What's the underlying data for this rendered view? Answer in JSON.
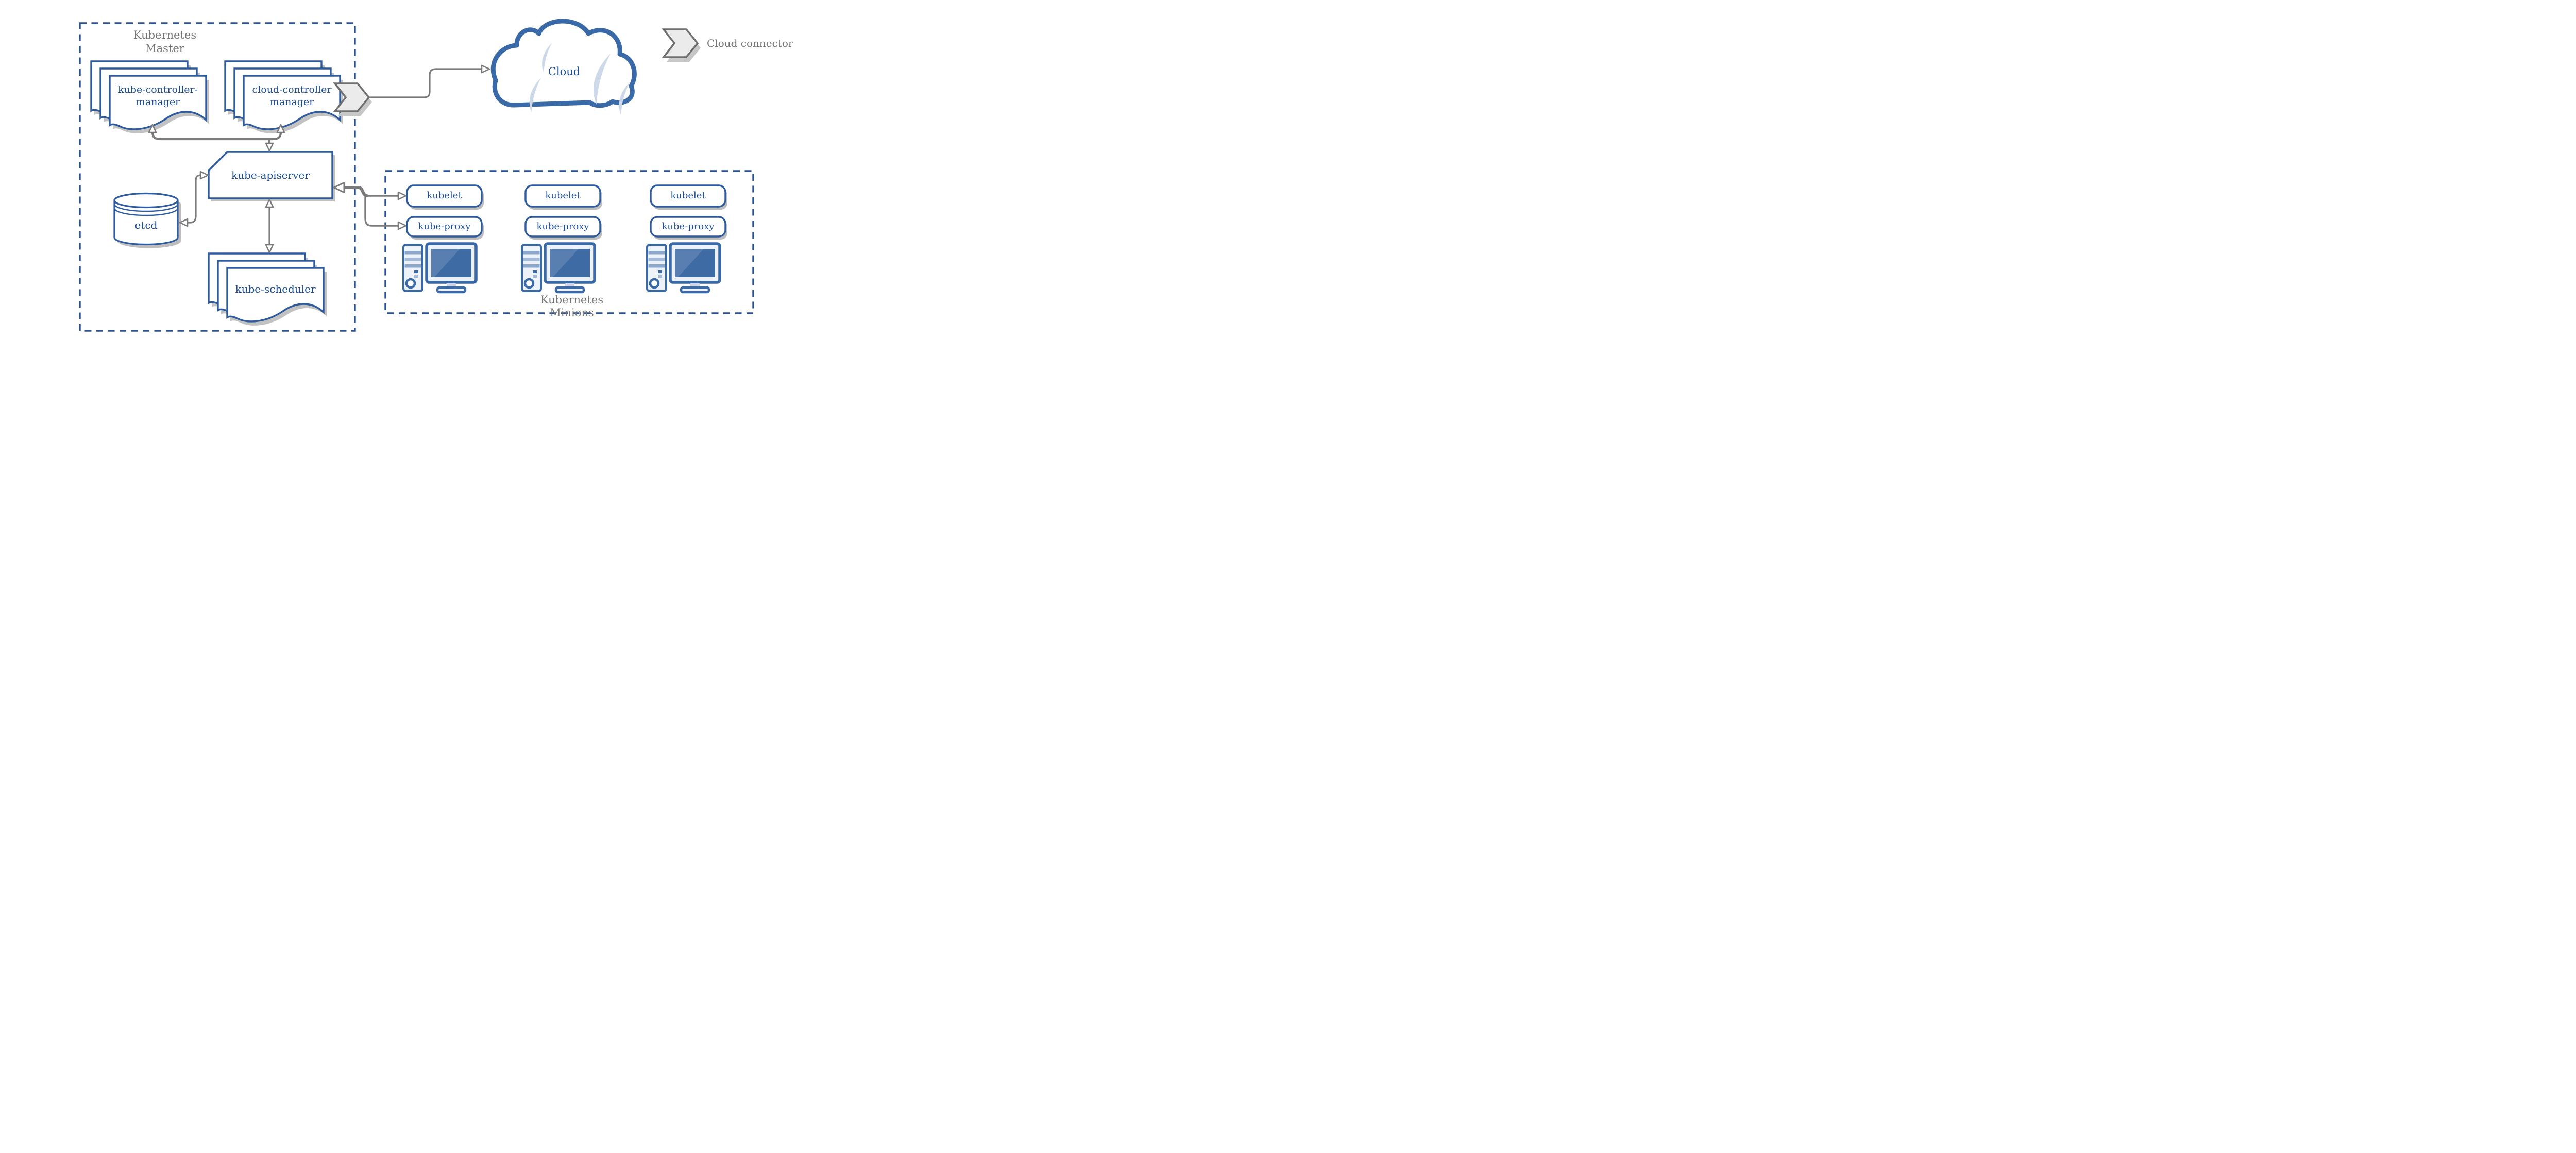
{
  "palette": {
    "node_border_blue": "#2d5b9e",
    "text_blue": "#1d4d91",
    "dashed_border_blue": "#2a5190",
    "icon_blue": "#3a69a8",
    "screen_blue": "#3e6ba4",
    "light_blue": "#cdd9e9",
    "arrow_gray": "#7b7b7b",
    "label_gray": "#757575",
    "shadow_gray": "#c2c2c2"
  },
  "master": {
    "title_lines": [
      "Kubernetes",
      "Master"
    ]
  },
  "cluster_nodes": {
    "kube_controller_manager": {
      "line1": "kube-controller-",
      "line2": "manager"
    },
    "cloud_controller_manager": {
      "line1": "cloud-controller",
      "line2": "manager"
    },
    "kube_apiserver": {
      "label": "kube-apiserver"
    },
    "etcd": {
      "label": "etcd"
    },
    "kube_scheduler": {
      "label": "kube-scheduler"
    }
  },
  "cloud": {
    "label": "Cloud"
  },
  "legend": {
    "label": "Cloud connector",
    "icon": "cloud-connector-chevron"
  },
  "minions": {
    "title_lines": [
      "Kubernetes",
      "Minions"
    ],
    "nodes": [
      {
        "kubelet": "kubelet",
        "kube_proxy": "kube-proxy",
        "icon": "workstation-computer"
      },
      {
        "kubelet": "kubelet",
        "kube_proxy": "kube-proxy",
        "icon": "workstation-computer"
      },
      {
        "kubelet": "kubelet",
        "kube_proxy": "kube-proxy",
        "icon": "workstation-computer"
      }
    ]
  }
}
